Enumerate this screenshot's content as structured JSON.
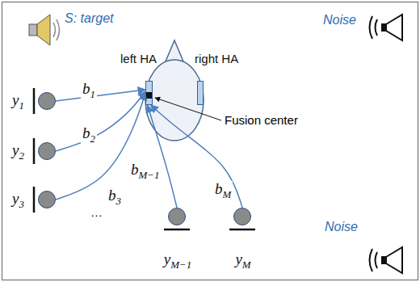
{
  "diagram": {
    "nodes": [
      {
        "text": [
          "left HA"
        ]
      },
      {
        "text": [
          "right HA"
        ]
      },
      {
        "text": [
          "y1"
        ]
      },
      {
        "text": [
          "y2"
        ]
      },
      {
        "text": [
          "y3"
        ]
      },
      {
        "text": [
          "yM−1"
        ]
      },
      {
        "text": [
          "yM"
        ]
      }
    ],
    "edges": [
      {
        "from": 2,
        "to": 0,
        "arrow": "to",
        "label": "b1"
      },
      {
        "from": 3,
        "to": 0,
        "arrow": "to",
        "label": "b2"
      },
      {
        "from": 4,
        "to": 0,
        "arrow": "to",
        "label": "b3"
      },
      {
        "from": 5,
        "to": 0,
        "arrow": "to",
        "label": "bM−1"
      },
      {
        "from": 6,
        "to": 0,
        "arrow": "to",
        "label": "bM"
      }
    ],
    "labels": [
      "S: target",
      "Noise",
      "Noise",
      "Fusion center",
      "…"
    ]
  }
}
